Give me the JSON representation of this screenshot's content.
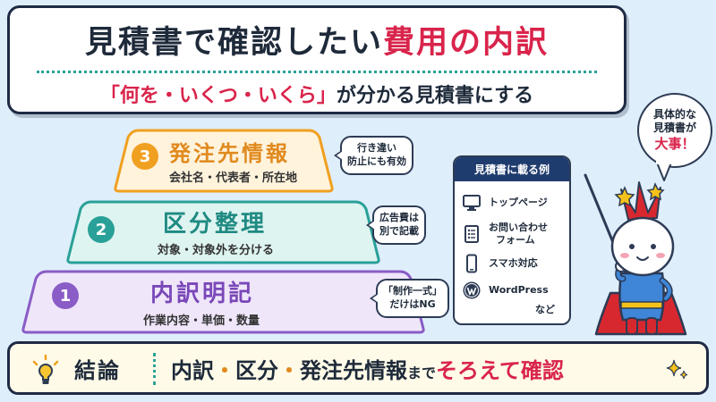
{
  "header": {
    "title_a": "見積書で確認したい",
    "title_b": "費用の内訳",
    "subtitle_a": "「何を・いくつ・いくら」",
    "subtitle_b": "が分かる見積書にする"
  },
  "tiers": [
    {
      "num": "3",
      "title": "発注先情報",
      "desc": "会社名・代表者・所在地",
      "note": [
        "行き違い",
        "防止にも有効"
      ],
      "color": "#f0a020"
    },
    {
      "num": "2",
      "title": "区分整理",
      "desc": "対象・対象外を分ける",
      "note": [
        "広告費は",
        "別で記載"
      ],
      "color": "#2aa198"
    },
    {
      "num": "1",
      "title": "内訳明記",
      "desc": "作業内容・単価・数量",
      "note": [
        "「制作一式」",
        "だけはNG"
      ],
      "color": "#8a5cc6"
    }
  ],
  "examples": {
    "heading": "見積書に載る例",
    "items": [
      {
        "label": "トップページ",
        "icon": "monitor-icon"
      },
      {
        "label": "お問い合わせ",
        "label2": "フォーム",
        "icon": "form-icon"
      },
      {
        "label": "スマホ対応",
        "icon": "smartphone-icon"
      },
      {
        "label": "WordPress",
        "icon": "wordpress-icon"
      }
    ],
    "more": "など"
  },
  "character": {
    "line1": "具体的な",
    "line2": "見積書が",
    "line3": "大事！"
  },
  "conclusion": {
    "label": "結論",
    "item1": "内訳",
    "sep": "・",
    "item2": "区分",
    "item3": "発注先情報",
    "suffix": "まで",
    "emphasis": "そろえて確認"
  },
  "colors": {
    "accent": "#d9244b",
    "navy": "#1f3c6e",
    "teal": "#2aa198",
    "orange": "#f0a020",
    "purple": "#8a5cc6",
    "background": "#dfeefb"
  }
}
